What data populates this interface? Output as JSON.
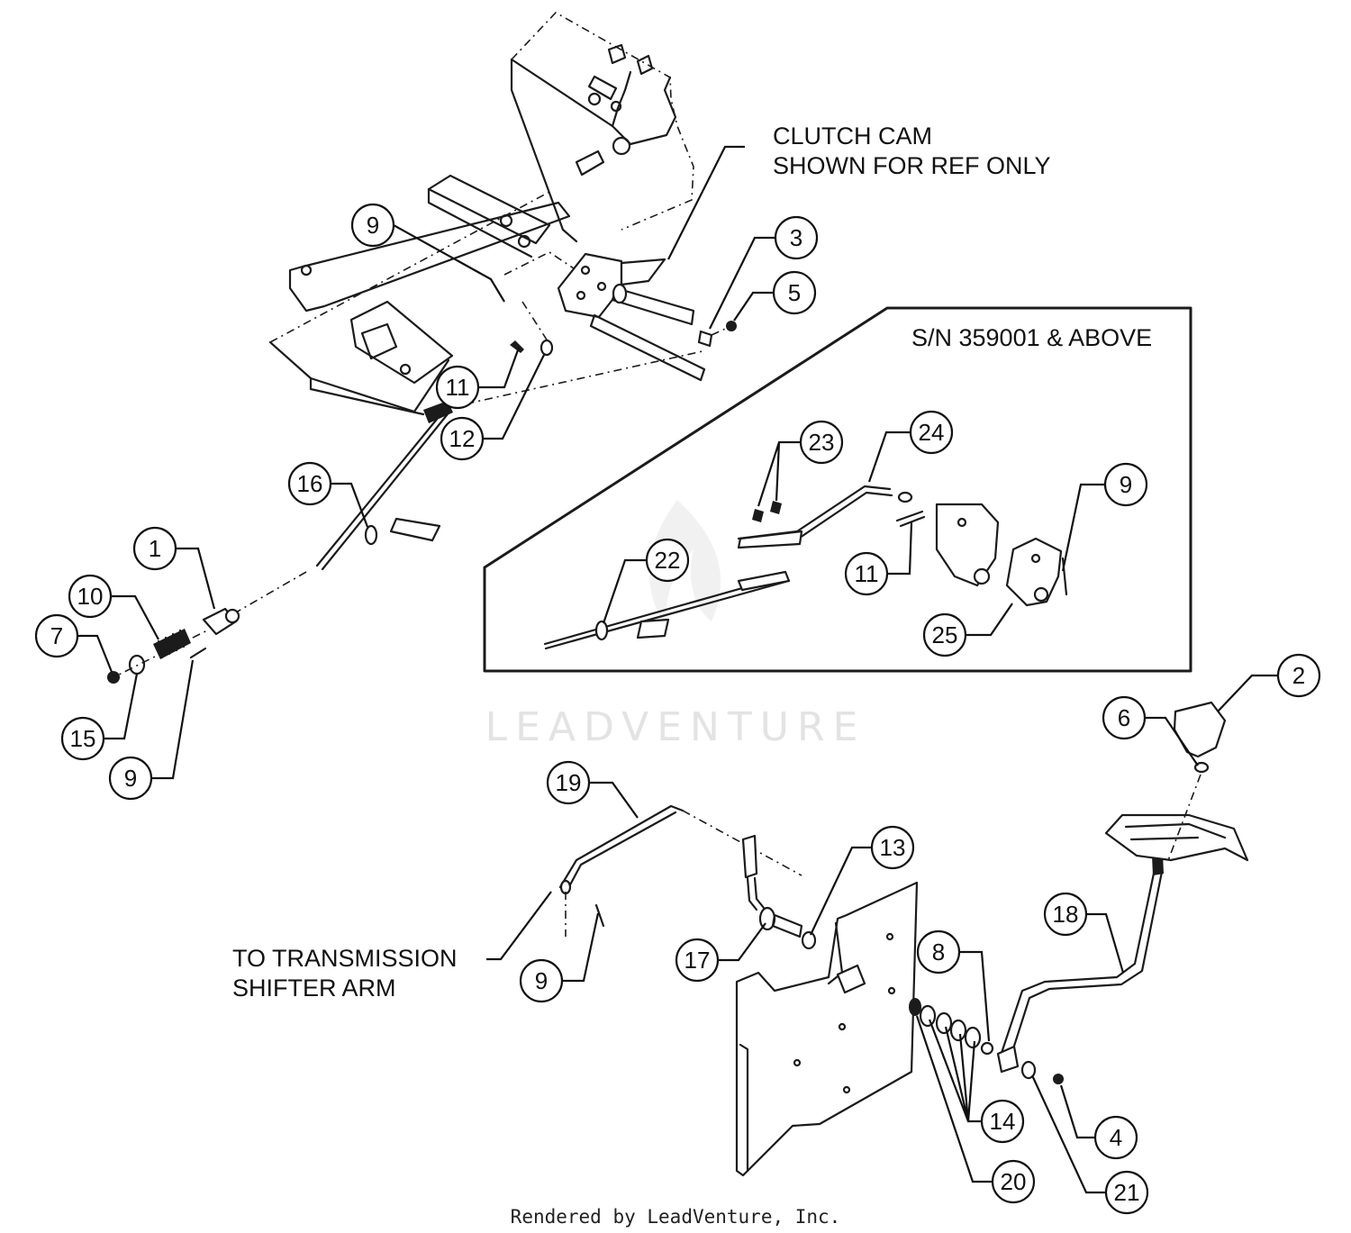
{
  "labels": {
    "clutch_cam_line1": "CLUTCH CAM",
    "clutch_cam_line2": "SHOWN FOR REF ONLY",
    "serial_note": "S/N 359001 & ABOVE",
    "transmission_line1": "TO TRANSMISSION",
    "transmission_line2": "SHIFTER ARM"
  },
  "watermark": "LEADVENTURE",
  "footer": "Rendered by LeadVenture, Inc.",
  "callouts": [
    "9",
    "3",
    "5",
    "11",
    "12",
    "16",
    "1",
    "10",
    "7",
    "15",
    "9",
    "23",
    "24",
    "9",
    "22",
    "11",
    "25",
    "2",
    "6",
    "19",
    "13",
    "18",
    "8",
    "17",
    "9",
    "14",
    "4",
    "20",
    "21"
  ]
}
